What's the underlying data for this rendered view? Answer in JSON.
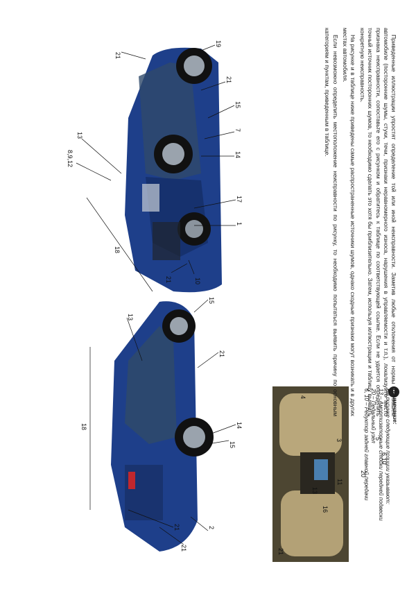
{
  "paragraphs": [
    "Приведенные иллюстрации упростят определение той или иной неисправности. Заметив любые отклонения от нормы на вашем автомобиле (посторонние шумы, стуки, течи, признаки неравномерного износа, нарушения в управляемости и т.п.), локализуйте место признака неисправности, сопоставьте его с рисунком и обратитесь к таблице по соответствующей ссылке. Если не удается определить точный источник посторонних шумов, то необходимо сделать это хотя бы приблизительно. Затем, используя иллюстрации и таблицу выявить конкретную неисправность.",
    "На рисунке и в таблице ниже приведены самые распространенные источники шумов, однако сходные признаки могут возникать и в других местах автомобиля.",
    "Если невозможно определить местоположение неисправности по рисунку, то необходимо попытаться выявить причину по основным категориям и пунктам, приведенным в таблице."
  ],
  "note": {
    "icon": "i",
    "title": "Примечание:",
    "lines": [
      "На рисунке следующие позиции указывают:",
      "13 – Амортизаторные стойки передней подвески",
      "20 – Педальный узел",
      "6, 10 – Редуктор задней главной передачи"
    ]
  },
  "callouts_top": [
    "21",
    "19",
    "21",
    "15",
    "7",
    "14",
    "8,9,12",
    "13",
    "18",
    "17",
    "1",
    "21",
    "10"
  ],
  "callouts_mid": [
    "18",
    "13",
    "15",
    "21",
    "15",
    "14",
    "21",
    "2",
    "21"
  ],
  "callouts_interior": [
    "4",
    "3",
    "5",
    "6,10",
    "11",
    "20",
    "13",
    "16",
    "21"
  ],
  "colors": {
    "car_blue": "#1e3f8a",
    "interior": "#5a523a"
  }
}
